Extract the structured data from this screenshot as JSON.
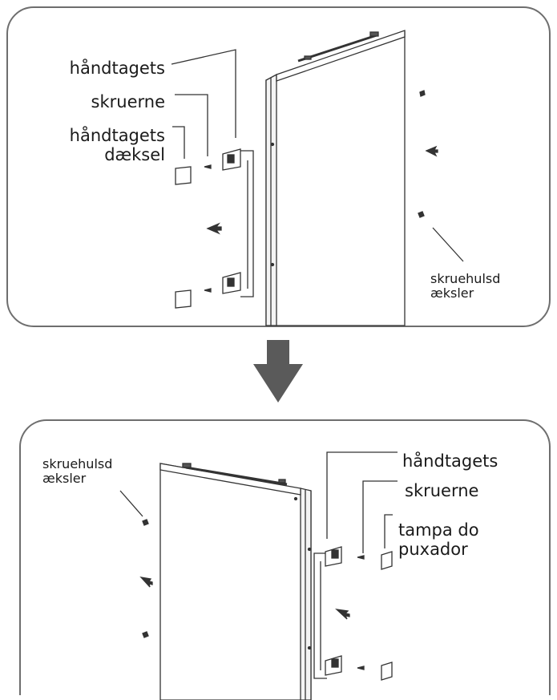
{
  "top_panel": {
    "label_handle": "håndtagets",
    "label_screws": "skruerne",
    "label_cover_line1": "håndtagets",
    "label_cover_line2": "dæksel",
    "label_caps_line1": "skruehulsd",
    "label_caps_line2": "æksler"
  },
  "bottom_panel": {
    "label_caps_line1": "skruehulsd",
    "label_caps_line2": "æksler",
    "label_handle": "håndtagets",
    "label_screws": "skruerne",
    "label_cover_line1": "tampa do",
    "label_cover_line2": "puxador"
  },
  "colors": {
    "frame": "#6e6e6e",
    "arrow": "#5a5a5a",
    "line": "#333333"
  }
}
